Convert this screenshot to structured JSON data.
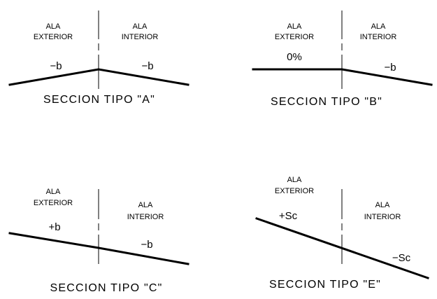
{
  "panels": {
    "a": {
      "outer_label": [
        "ALA",
        "EXTERIOR"
      ],
      "inner_label": [
        "ALA",
        "INTERIOR"
      ],
      "left_slope": "−b",
      "right_slope": "−b",
      "title": "SECCION  TIPO  \"A\""
    },
    "b": {
      "outer_label": [
        "ALA",
        "EXTERIOR"
      ],
      "inner_label": [
        "ALA",
        "INTERIOR"
      ],
      "left_slope": "0%",
      "right_slope": "−b",
      "title": "SECCION  TIPO  \"B\""
    },
    "c": {
      "outer_label": [
        "ALA",
        "EXTERIOR"
      ],
      "inner_label": [
        "ALA",
        "INTERIOR"
      ],
      "left_slope": "+b",
      "right_slope": "−b",
      "title": "SECCION  TIPO  \"C\""
    },
    "e": {
      "outer_label": [
        "ALA",
        "EXTERIOR"
      ],
      "inner_label": [
        "ALA",
        "INTERIOR"
      ],
      "left_slope": "+Sc",
      "right_slope": "−Sc",
      "title": "SECCION  TIPO  \"E\""
    }
  }
}
